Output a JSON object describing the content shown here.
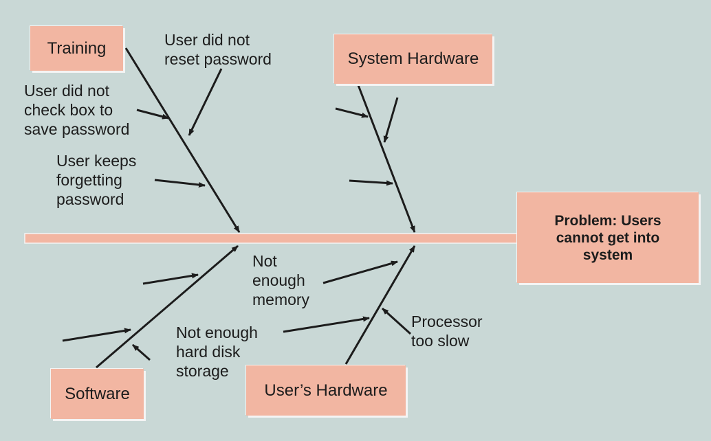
{
  "problem": "Problem: Users cannot get into system",
  "categories": {
    "training": "Training",
    "system_hardware": "System Hardware",
    "software": "Software",
    "users_hardware": "User’s Hardware"
  },
  "causes": {
    "did_not_reset": [
      "User did not",
      "reset password"
    ],
    "did_not_check_box": [
      "User did not",
      "check box to",
      "save password"
    ],
    "keeps_forgetting": [
      "User keeps",
      "forgetting",
      "password"
    ],
    "not_enough_memory": [
      "Not",
      "enough",
      "memory"
    ],
    "not_enough_disk": [
      "Not enough",
      "hard disk",
      "storage"
    ],
    "processor_slow": [
      "Processor",
      "too slow"
    ]
  },
  "colors": {
    "background": "#c9d8d6",
    "box_fill": "#f2b6a2",
    "box_border": "#f4f4f4",
    "arrow": "#1c1c1c"
  }
}
